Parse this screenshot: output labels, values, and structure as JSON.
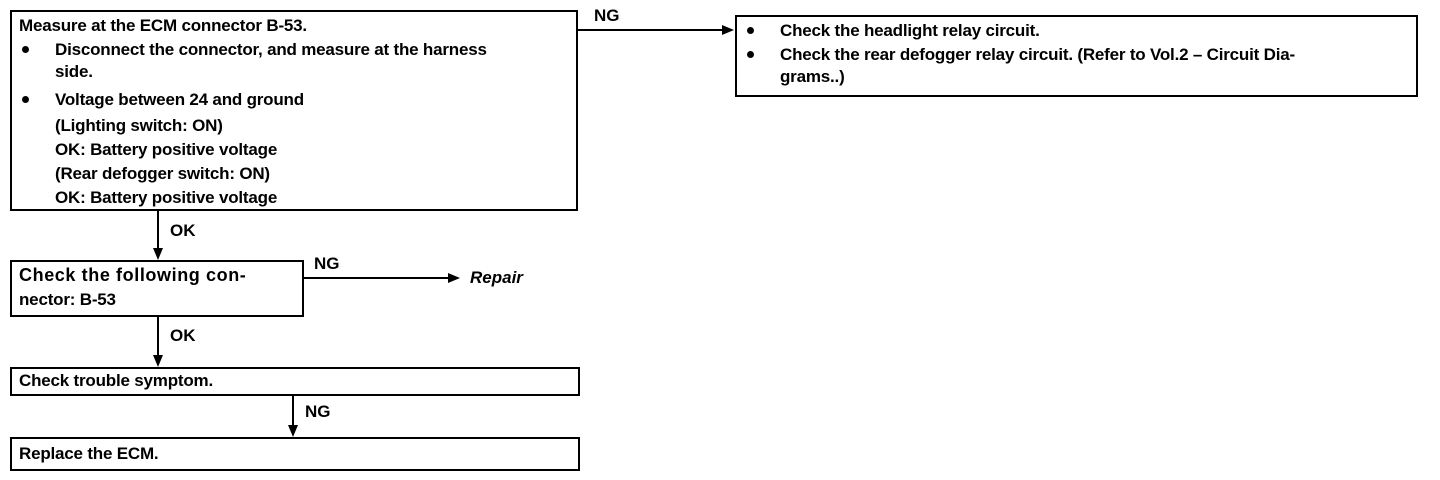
{
  "box1": {
    "title": "Measure at the ECM connector B-53.",
    "bullet1_line1": "Disconnect the connector, and measure at the harness",
    "bullet1_line2": "side.",
    "bullet2_line1": "Voltage between 24 and ground",
    "cond1": "(Lighting switch: ON)",
    "ok1_label": "OK:",
    "ok1_value": "Battery positive voltage",
    "cond2": "(Rear defogger switch: ON)",
    "ok2_label": "OK:",
    "ok2_value": "Battery positive voltage"
  },
  "ng_box": {
    "item1": "Check the headlight relay circuit.",
    "item2_line1": "Check the rear defogger relay circuit. (Refer to Vol.2 – Circuit Dia-",
    "item2_line2": "grams..)"
  },
  "box2": {
    "line1": "Check the following con-",
    "line2": "nector: B-53"
  },
  "repair": "Repair",
  "box3": {
    "text": "Check trouble symptom."
  },
  "box4": {
    "text": "Replace the ECM."
  },
  "labels": {
    "ng": "NG",
    "ok": "OK"
  }
}
